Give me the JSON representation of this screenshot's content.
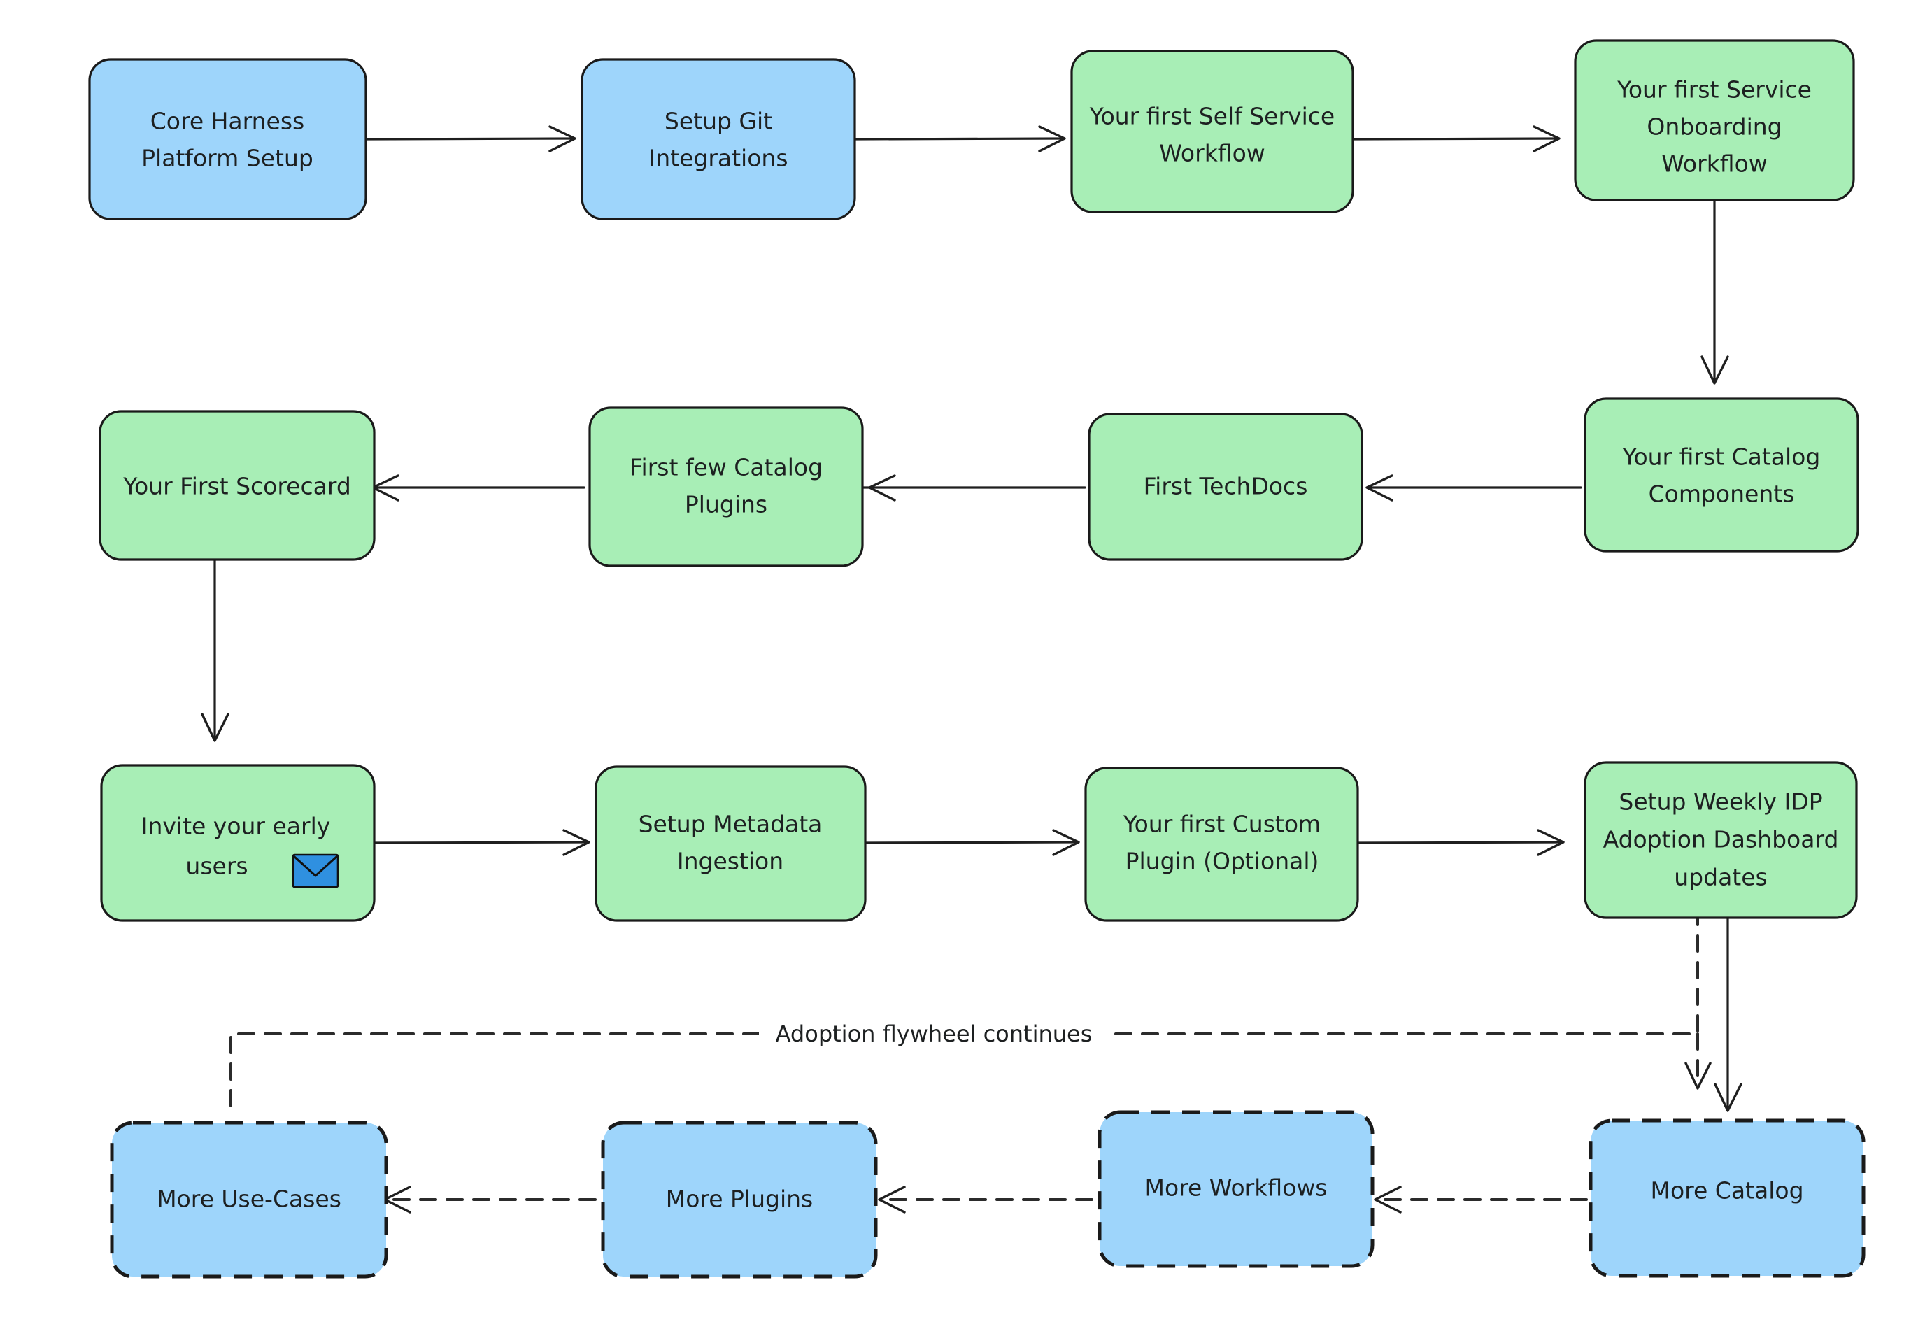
{
  "diagram": {
    "title": "Harness IDP Adoption Flywheel Flowchart",
    "background_color": "#ffffff",
    "palette": {
      "blue_fill": "#9ed5fb",
      "green_fill": "#a8eeb6",
      "stroke": "#1a1a1a",
      "text": "#1d2021",
      "mail_icon_blue": "#2f90e0"
    },
    "nodes": [
      {
        "id": "core-harness-platform-setup",
        "label_lines": [
          "Core Harness",
          "Platform Setup"
        ],
        "fill": "blue",
        "border": "solid",
        "row": 1,
        "col": 1
      },
      {
        "id": "setup-git-integrations",
        "label_lines": [
          "Setup Git",
          "Integrations"
        ],
        "fill": "blue",
        "border": "solid",
        "row": 1,
        "col": 2
      },
      {
        "id": "your-first-self-service-workflow",
        "label_lines": [
          "Your first Self Service",
          "Workflow"
        ],
        "fill": "green",
        "border": "solid",
        "row": 1,
        "col": 3
      },
      {
        "id": "your-first-service-onboarding-workflow",
        "label_lines": [
          "Your first Service",
          "Onboarding",
          "Workflow"
        ],
        "fill": "green",
        "border": "solid",
        "row": 1,
        "col": 4
      },
      {
        "id": "your-first-scorecard",
        "label_lines": [
          "Your First Scorecard"
        ],
        "fill": "green",
        "border": "solid",
        "row": 2,
        "col": 1
      },
      {
        "id": "first-few-catalog-plugins",
        "label_lines": [
          "First few Catalog",
          "Plugins"
        ],
        "fill": "green",
        "border": "solid",
        "row": 2,
        "col": 2
      },
      {
        "id": "first-techdocs",
        "label_lines": [
          "First TechDocs"
        ],
        "fill": "green",
        "border": "solid",
        "row": 2,
        "col": 3
      },
      {
        "id": "your-first-catalog-components",
        "label_lines": [
          "Your first Catalog",
          "Components"
        ],
        "fill": "green",
        "border": "solid",
        "row": 2,
        "col": 4
      },
      {
        "id": "invite-your-early-users",
        "label_lines": [
          "Invite your early",
          "users"
        ],
        "fill": "green",
        "border": "solid",
        "row": 3,
        "col": 1,
        "icon": "envelope-icon"
      },
      {
        "id": "setup-metadata-ingestion",
        "label_lines": [
          "Setup Metadata",
          "Ingestion"
        ],
        "fill": "green",
        "border": "solid",
        "row": 3,
        "col": 2
      },
      {
        "id": "your-first-custom-plugin",
        "label_lines": [
          "Your first Custom",
          "Plugin (Optional)"
        ],
        "fill": "green",
        "border": "solid",
        "row": 3,
        "col": 3
      },
      {
        "id": "setup-weekly-idp-adoption-dashboard-updates",
        "label_lines": [
          "Setup Weekly IDP",
          "Adoption Dashboard",
          "updates"
        ],
        "fill": "green",
        "border": "solid",
        "row": 3,
        "col": 4
      },
      {
        "id": "more-use-cases",
        "label_lines": [
          "More Use-Cases"
        ],
        "fill": "blue",
        "border": "dashed",
        "row": 4,
        "col": 1
      },
      {
        "id": "more-plugins",
        "label_lines": [
          "More Plugins"
        ],
        "fill": "blue",
        "border": "dashed",
        "row": 4,
        "col": 2
      },
      {
        "id": "more-workflows",
        "label_lines": [
          "More Workflows"
        ],
        "fill": "blue",
        "border": "dashed",
        "row": 4,
        "col": 3
      },
      {
        "id": "more-catalog",
        "label_lines": [
          "More Catalog"
        ],
        "fill": "blue",
        "border": "dashed",
        "row": 4,
        "col": 4
      }
    ],
    "edges": [
      {
        "id": "e1",
        "from": "core-harness-platform-setup",
        "to": "setup-git-integrations",
        "style": "solid",
        "label": ""
      },
      {
        "id": "e2",
        "from": "setup-git-integrations",
        "to": "your-first-self-service-workflow",
        "style": "solid",
        "label": ""
      },
      {
        "id": "e3",
        "from": "your-first-self-service-workflow",
        "to": "your-first-service-onboarding-workflow",
        "style": "solid",
        "label": ""
      },
      {
        "id": "e4",
        "from": "your-first-service-onboarding-workflow",
        "to": "your-first-catalog-components",
        "style": "solid",
        "label": ""
      },
      {
        "id": "e5",
        "from": "your-first-catalog-components",
        "to": "first-techdocs",
        "style": "solid",
        "label": ""
      },
      {
        "id": "e6",
        "from": "first-techdocs",
        "to": "first-few-catalog-plugins",
        "style": "solid",
        "label": ""
      },
      {
        "id": "e7",
        "from": "first-few-catalog-plugins",
        "to": "your-first-scorecard",
        "style": "solid",
        "label": ""
      },
      {
        "id": "e8",
        "from": "your-first-scorecard",
        "to": "invite-your-early-users",
        "style": "solid",
        "label": ""
      },
      {
        "id": "e9",
        "from": "invite-your-early-users",
        "to": "setup-metadata-ingestion",
        "style": "solid",
        "label": ""
      },
      {
        "id": "e10",
        "from": "setup-metadata-ingestion",
        "to": "your-first-custom-plugin",
        "style": "solid",
        "label": ""
      },
      {
        "id": "e11",
        "from": "your-first-custom-plugin",
        "to": "setup-weekly-idp-adoption-dashboard-updates",
        "style": "solid",
        "label": ""
      },
      {
        "id": "e12",
        "from": "setup-weekly-idp-adoption-dashboard-updates",
        "to": "more-catalog",
        "style": "solid",
        "label": ""
      },
      {
        "id": "e13",
        "from": "setup-weekly-idp-adoption-dashboard-updates",
        "to": "more-use-cases",
        "style": "dashed",
        "label": "Adoption flywheel continues"
      },
      {
        "id": "e14",
        "from": "more-catalog",
        "to": "more-workflows",
        "style": "dashed",
        "label": ""
      },
      {
        "id": "e15",
        "from": "more-workflows",
        "to": "more-plugins",
        "style": "dashed",
        "label": ""
      },
      {
        "id": "e16",
        "from": "more-plugins",
        "to": "more-use-cases",
        "style": "dashed",
        "label": ""
      }
    ],
    "labels": {
      "flywheel": "Adoption flywheel continues"
    },
    "text": {
      "n1_l1": "Core Harness",
      "n1_l2": "Platform Setup",
      "n2_l1": "Setup Git",
      "n2_l2": "Integrations",
      "n3_l1": "Your first Self Service",
      "n3_l2": "Workflow",
      "n4_l1": "Your first Service",
      "n4_l2": "Onboarding",
      "n4_l3": "Workflow",
      "n5_l1": "Your First Scorecard",
      "n6_l1": "First few Catalog",
      "n6_l2": "Plugins",
      "n7_l1": "First TechDocs",
      "n8_l1": "Your first Catalog",
      "n8_l2": "Components",
      "n9_l1": "Invite your early",
      "n9_l2": "users",
      "n10_l1": "Setup Metadata",
      "n10_l2": "Ingestion",
      "n11_l1": "Your first Custom",
      "n11_l2": "Plugin (Optional)",
      "n12_l1": "Setup Weekly IDP",
      "n12_l2": "Adoption Dashboard",
      "n12_l3": "updates",
      "n13_l1": "More Use-Cases",
      "n14_l1": "More Plugins",
      "n15_l1": "More Workflows",
      "n16_l1": "More Catalog",
      "flywheel": "Adoption flywheel continues"
    }
  }
}
